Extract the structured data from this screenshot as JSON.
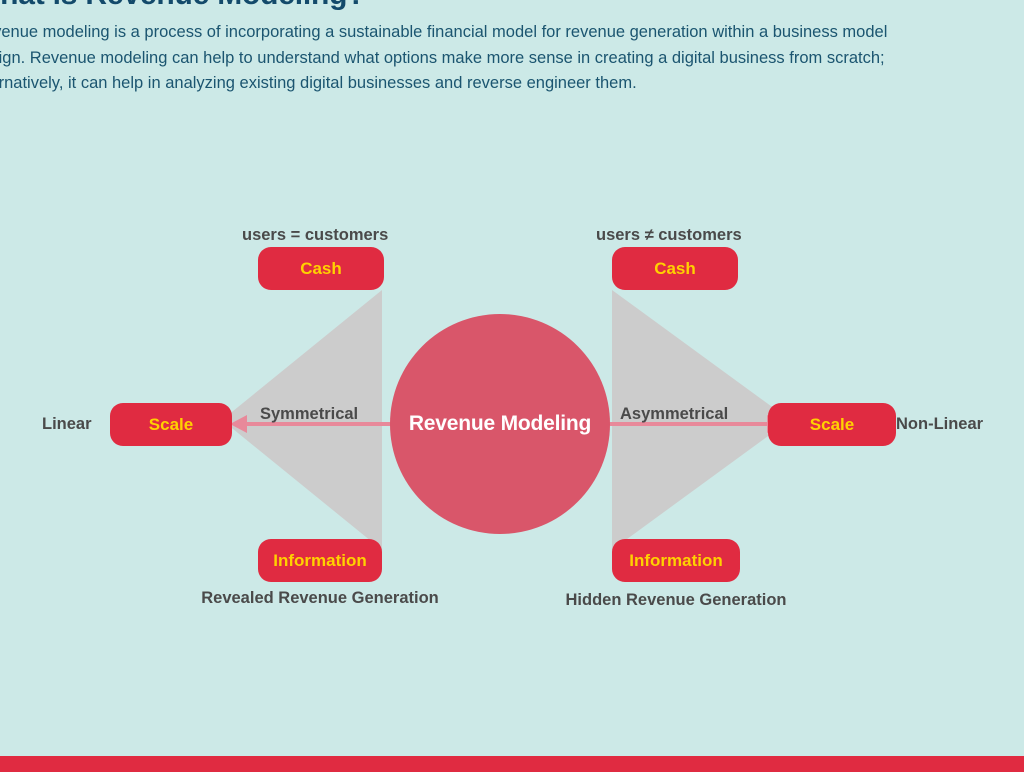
{
  "colors": {
    "background": "#cce9e7",
    "title": "#134a6b",
    "body_text": "#1b5570",
    "pill_fill": "#e02b41",
    "pill_text": "#ffd100",
    "center_circle": "#d9566a",
    "triangle": "#cccccc",
    "label_text": "#4a4a4a",
    "arrow": "#e8899a",
    "bottom_bar": "#e02b41"
  },
  "header": {
    "title": "What is Revenue Modeling?",
    "paragraph": "Revenue modeling is a process of incorporating a sustainable financial model for revenue generation within a business model design. Revenue modeling can help to understand what options make more sense in creating a digital business from scratch; alternatively, it can help in analyzing existing digital businesses and reverse engineer them."
  },
  "diagram": {
    "center": {
      "label": "Revenue Modeling"
    },
    "left": {
      "top_note": "users = customers",
      "cash": "Cash",
      "scale": "Scale",
      "information": "Information",
      "outer_label": "Linear",
      "axis_label": "Symmetrical",
      "caption": "Revealed Revenue Generation"
    },
    "right": {
      "top_note": "users ≠ customers",
      "cash": "Cash",
      "scale": "Scale",
      "information": "Information",
      "outer_label": "Non-Linear",
      "axis_label": "Asymmetrical",
      "caption": "Hidden Revenue Generation"
    }
  }
}
